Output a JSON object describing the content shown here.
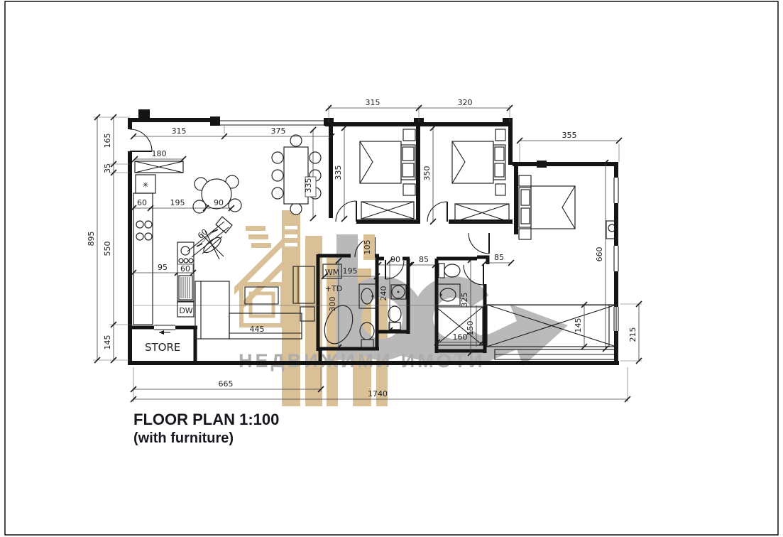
{
  "title": {
    "line1": "FLOOR PLAN 1:100",
    "line2": "(with furniture)"
  },
  "watermark": {
    "tagline": "НЕДВИЖИМИ ИМОТИ",
    "building_color": "#d9bd92",
    "logo_color": "#b6b6b6",
    "highlight_color": "#dcc096"
  },
  "labels": {
    "store": "STORE",
    "washing_machine": "WM",
    "tumble_dryer": "+TD",
    "dishwasher": "DW",
    "fridge_symbol": "✳"
  },
  "dims": {
    "overall_width": "1740",
    "living_width": "665",
    "left_total": "895",
    "left_top": "165",
    "left_step": "35",
    "left_mid": "550",
    "left_bottom": "145",
    "top_entry": "315",
    "top_living": "375",
    "top_bed1": "315",
    "top_bed2": "320",
    "top_bed3": "355",
    "cabinet": "180",
    "kitchen_a": "60",
    "kitchen_b": "195",
    "kitchen_c": "90",
    "island_a": "95",
    "island_b": "60",
    "bar_diag": "60",
    "sofa": "445",
    "dining_wall": "335",
    "bed1_depth": "335",
    "bed2_depth": "350",
    "door_highlight": "105",
    "bath_width": "195",
    "bath_depth": "300",
    "wc_width": "90",
    "wc_depth": "240",
    "pass_a": "85",
    "pass_b": "85",
    "wc2_depth": "325",
    "wc2_ward_w": "160",
    "wc2_ward_d": "150",
    "ward_depth": "145",
    "right_depth": "660",
    "terrace": "215"
  }
}
